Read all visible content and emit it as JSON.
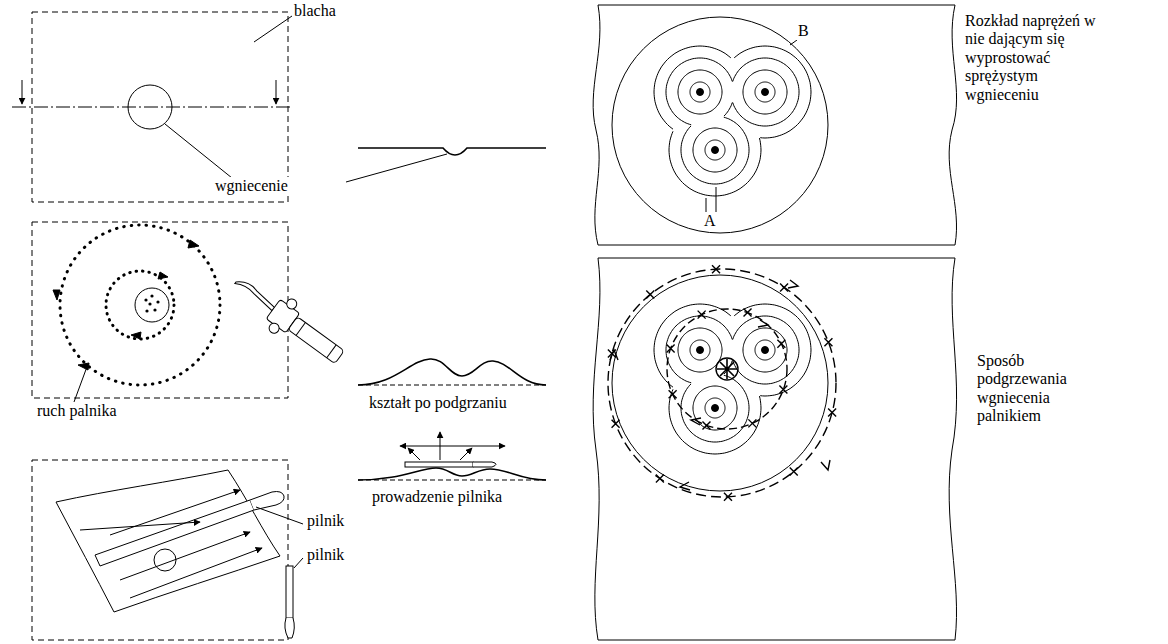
{
  "diagram": {
    "labels": [
      "blacha",
      "wgniecenie",
      "ruch palnika",
      "kształt po podgrzaniu",
      "pilnik",
      "pilnik",
      "prowadzenie pilnika",
      "Rozkład naprężeń w nie dającym się wyprostować sprężystym wgnieceniu",
      "B",
      "A",
      "Sposób podgrzewania wgniecenia palnikiem"
    ]
  }
}
